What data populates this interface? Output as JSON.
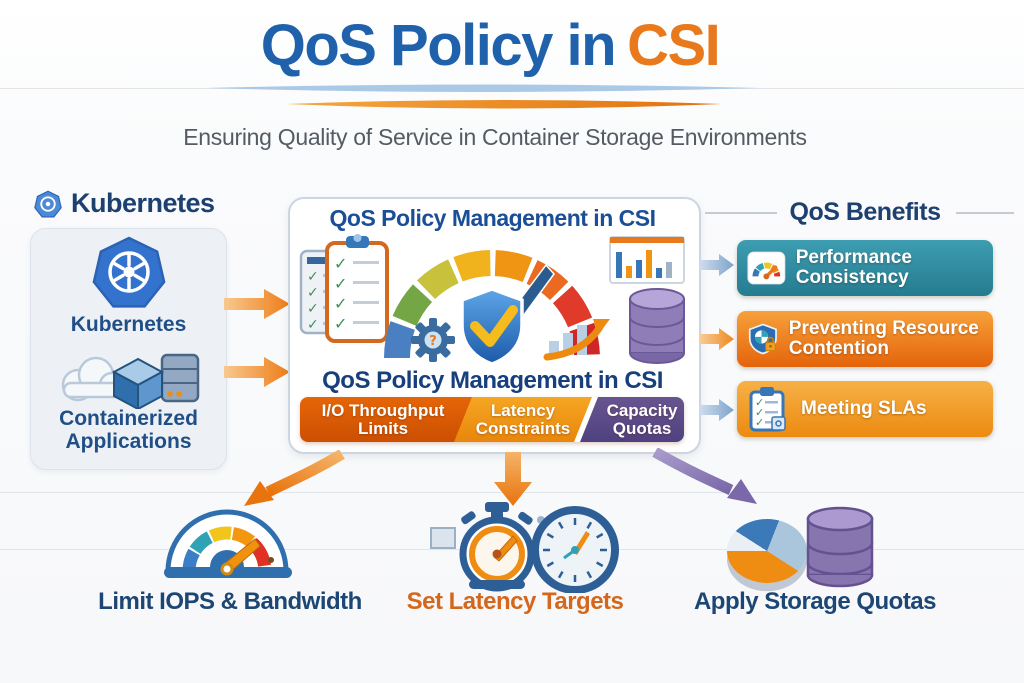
{
  "title": {
    "main": "QoS Policy in",
    "accent": "CSI"
  },
  "subtitle": "Ensuring Quality of Service in Container Storage Environments",
  "left": {
    "header": "Kubernetes",
    "node_label": "Kubernetes",
    "apps_label": "Containerized Applications"
  },
  "panel": {
    "header": "QoS Policy Management in CSI",
    "caption": "QoS Policy Management in CSI",
    "banners": [
      {
        "label": "I/O Throughput Limits",
        "color": "#d95f07"
      },
      {
        "label": "Latency Constraints",
        "color": "#ef941c"
      },
      {
        "label": "Capacity Quotas",
        "color": "#5a4a88"
      }
    ]
  },
  "benefits": {
    "header": "QoS Benefits",
    "items": [
      {
        "label": "Performance Consistency",
        "icon": "gauge-icon",
        "color": "#2e8ca1"
      },
      {
        "label": "Preventing Resource Contention",
        "icon": "shield-lock-icon",
        "color": "#ec7d15"
      },
      {
        "label": "Meeting SLAs",
        "icon": "checklist-icon",
        "color": "#f09b28"
      }
    ]
  },
  "outcomes": [
    {
      "label": "Limit IOPS & Bandwidth",
      "icon": "speedometer-icon",
      "color": "#1c4674"
    },
    {
      "label": "Set Latency Targets",
      "icon": "stopwatch-icon",
      "color": "#d4671c"
    },
    {
      "label": "Apply Storage Quotas",
      "icon": "pie-chart-database-icon",
      "color": "#1c4674"
    }
  ],
  "colors": {
    "title_blue": "#2061ab",
    "title_orange": "#e8791d",
    "navy_text": "#1c406f",
    "kubernetes_blue": "#3373cd"
  }
}
